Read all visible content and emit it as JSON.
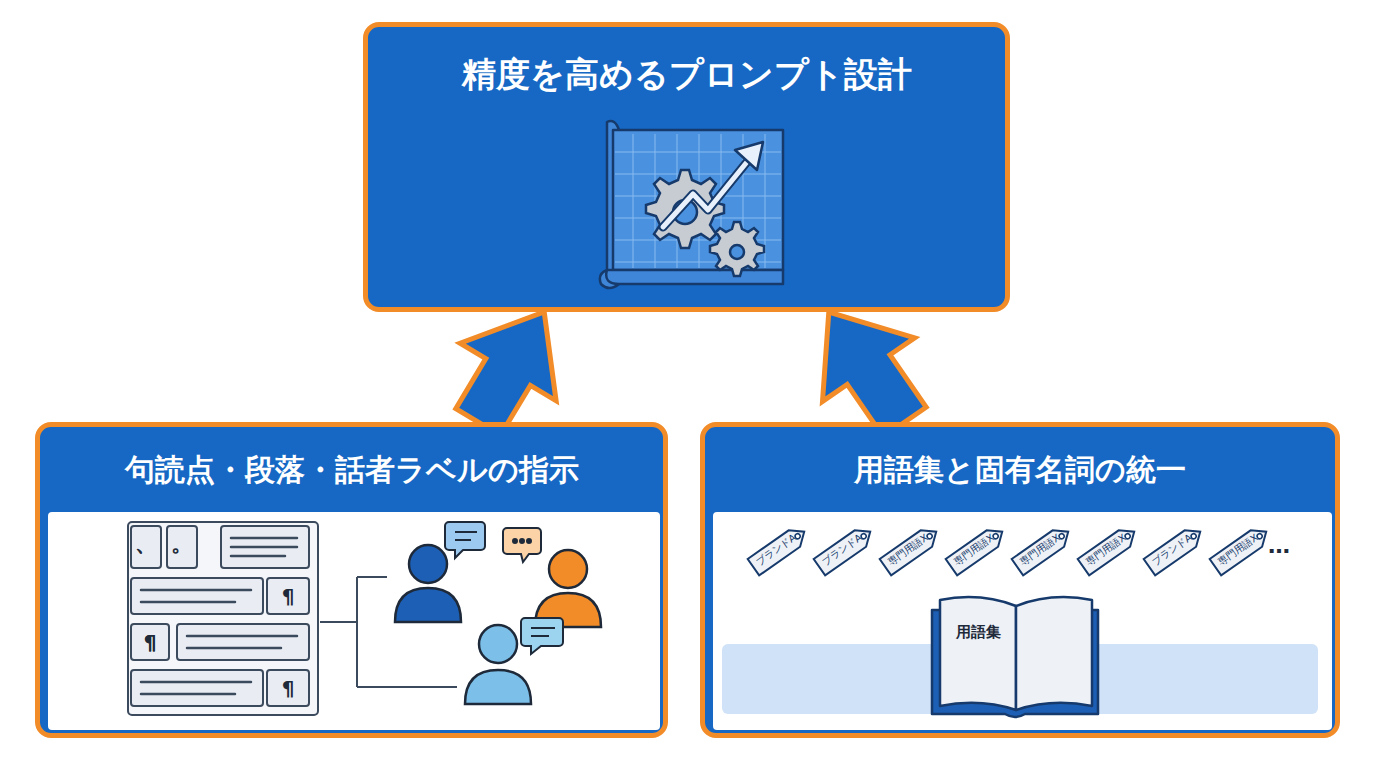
{
  "diagram": {
    "nodes": [
      {
        "text": [
          "精度を高めるプロンプト設計"
        ]
      },
      {
        "text": [
          "句読点・段落・話者ラベルの指示"
        ]
      },
      {
        "text": [
          "用語集と固有名詞の統一"
        ]
      }
    ],
    "edges": [
      {
        "from": 1,
        "to": 0,
        "arrow": "to"
      },
      {
        "from": 2,
        "to": 0,
        "arrow": "to"
      }
    ],
    "labels": [
      "、",
      "。",
      "¶",
      "¶",
      "¶",
      "¶",
      "ブランドA",
      "ブランドA",
      "専門用語X",
      "専門用語X",
      "専門用語X",
      "専門用語X",
      "ブランドA",
      "専門用語X",
      "…",
      "用語集"
    ]
  }
}
